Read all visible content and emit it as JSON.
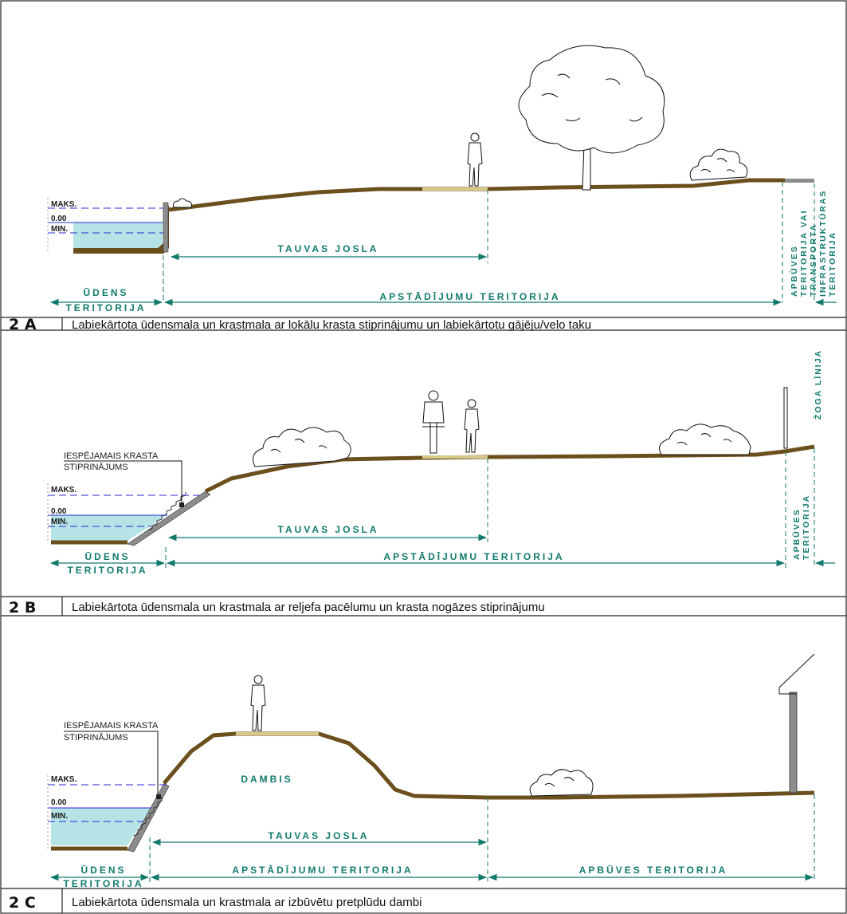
{
  "colors": {
    "ground": "#6b4f1c",
    "path": "#d8c98a",
    "water": "#b6e3e6",
    "label": "#117a6d",
    "level_line": "#2b2bd6"
  },
  "levels": {
    "max": "MAKS.",
    "zero": "0.00",
    "min": "MIN."
  },
  "note_text_1": "IESPĒJAMAIS KRASTA",
  "note_text_2": "STIPRINĀJUMS",
  "panel_a": {
    "code": "2 A",
    "description": "Labiekārtota ūdensmala un krastmala ar lokālu krasta stiprinājumu un labiekārtotu gājēju/velo taku",
    "tauvas": "TAUVAS JOSLA",
    "udens_1": "ŪDENS",
    "udens_2": "TERITORIJA",
    "apstadijumu": "APSTĀDĪJUMU TERITORIJA",
    "apbuves_1": "APBŪVES",
    "apbuves_2": "TERITORIJA VAI",
    "apbuves_3": "TRANSPORTA",
    "apbuves_4": "INFRASTRUKTŪRAS",
    "apbuves_5": "TERITORIJA"
  },
  "panel_b": {
    "code": "2 B",
    "description": "Labiekārtota ūdensmala un krastmala ar reljefa pacēlumu un krasta nogāzes stiprinājumu",
    "tauvas": "TAUVAS JOSLA",
    "udens_1": "ŪDENS",
    "udens_2": "TERITORIJA",
    "apstadijumu": "APSTĀDĪJUMU TERITORIJA",
    "apbuves_1": "APBŪVES",
    "apbuves_2": "TERITORIJA",
    "zoga": "ŽOGA LĪNIJA"
  },
  "panel_c": {
    "code": "2 C",
    "description": "Labiekārtota ūdensmala un krastmala ar izbūvētu pretplūdu dambi",
    "tauvas": "TAUVAS JOSLA",
    "udens_1": "ŪDENS",
    "udens_2": "TERITORIJA",
    "apstadijumu": "APSTĀDĪJUMU TERITORIJA",
    "apbuves": "APBŪVES TERITORIJA",
    "dambis": "DAMBIS"
  }
}
